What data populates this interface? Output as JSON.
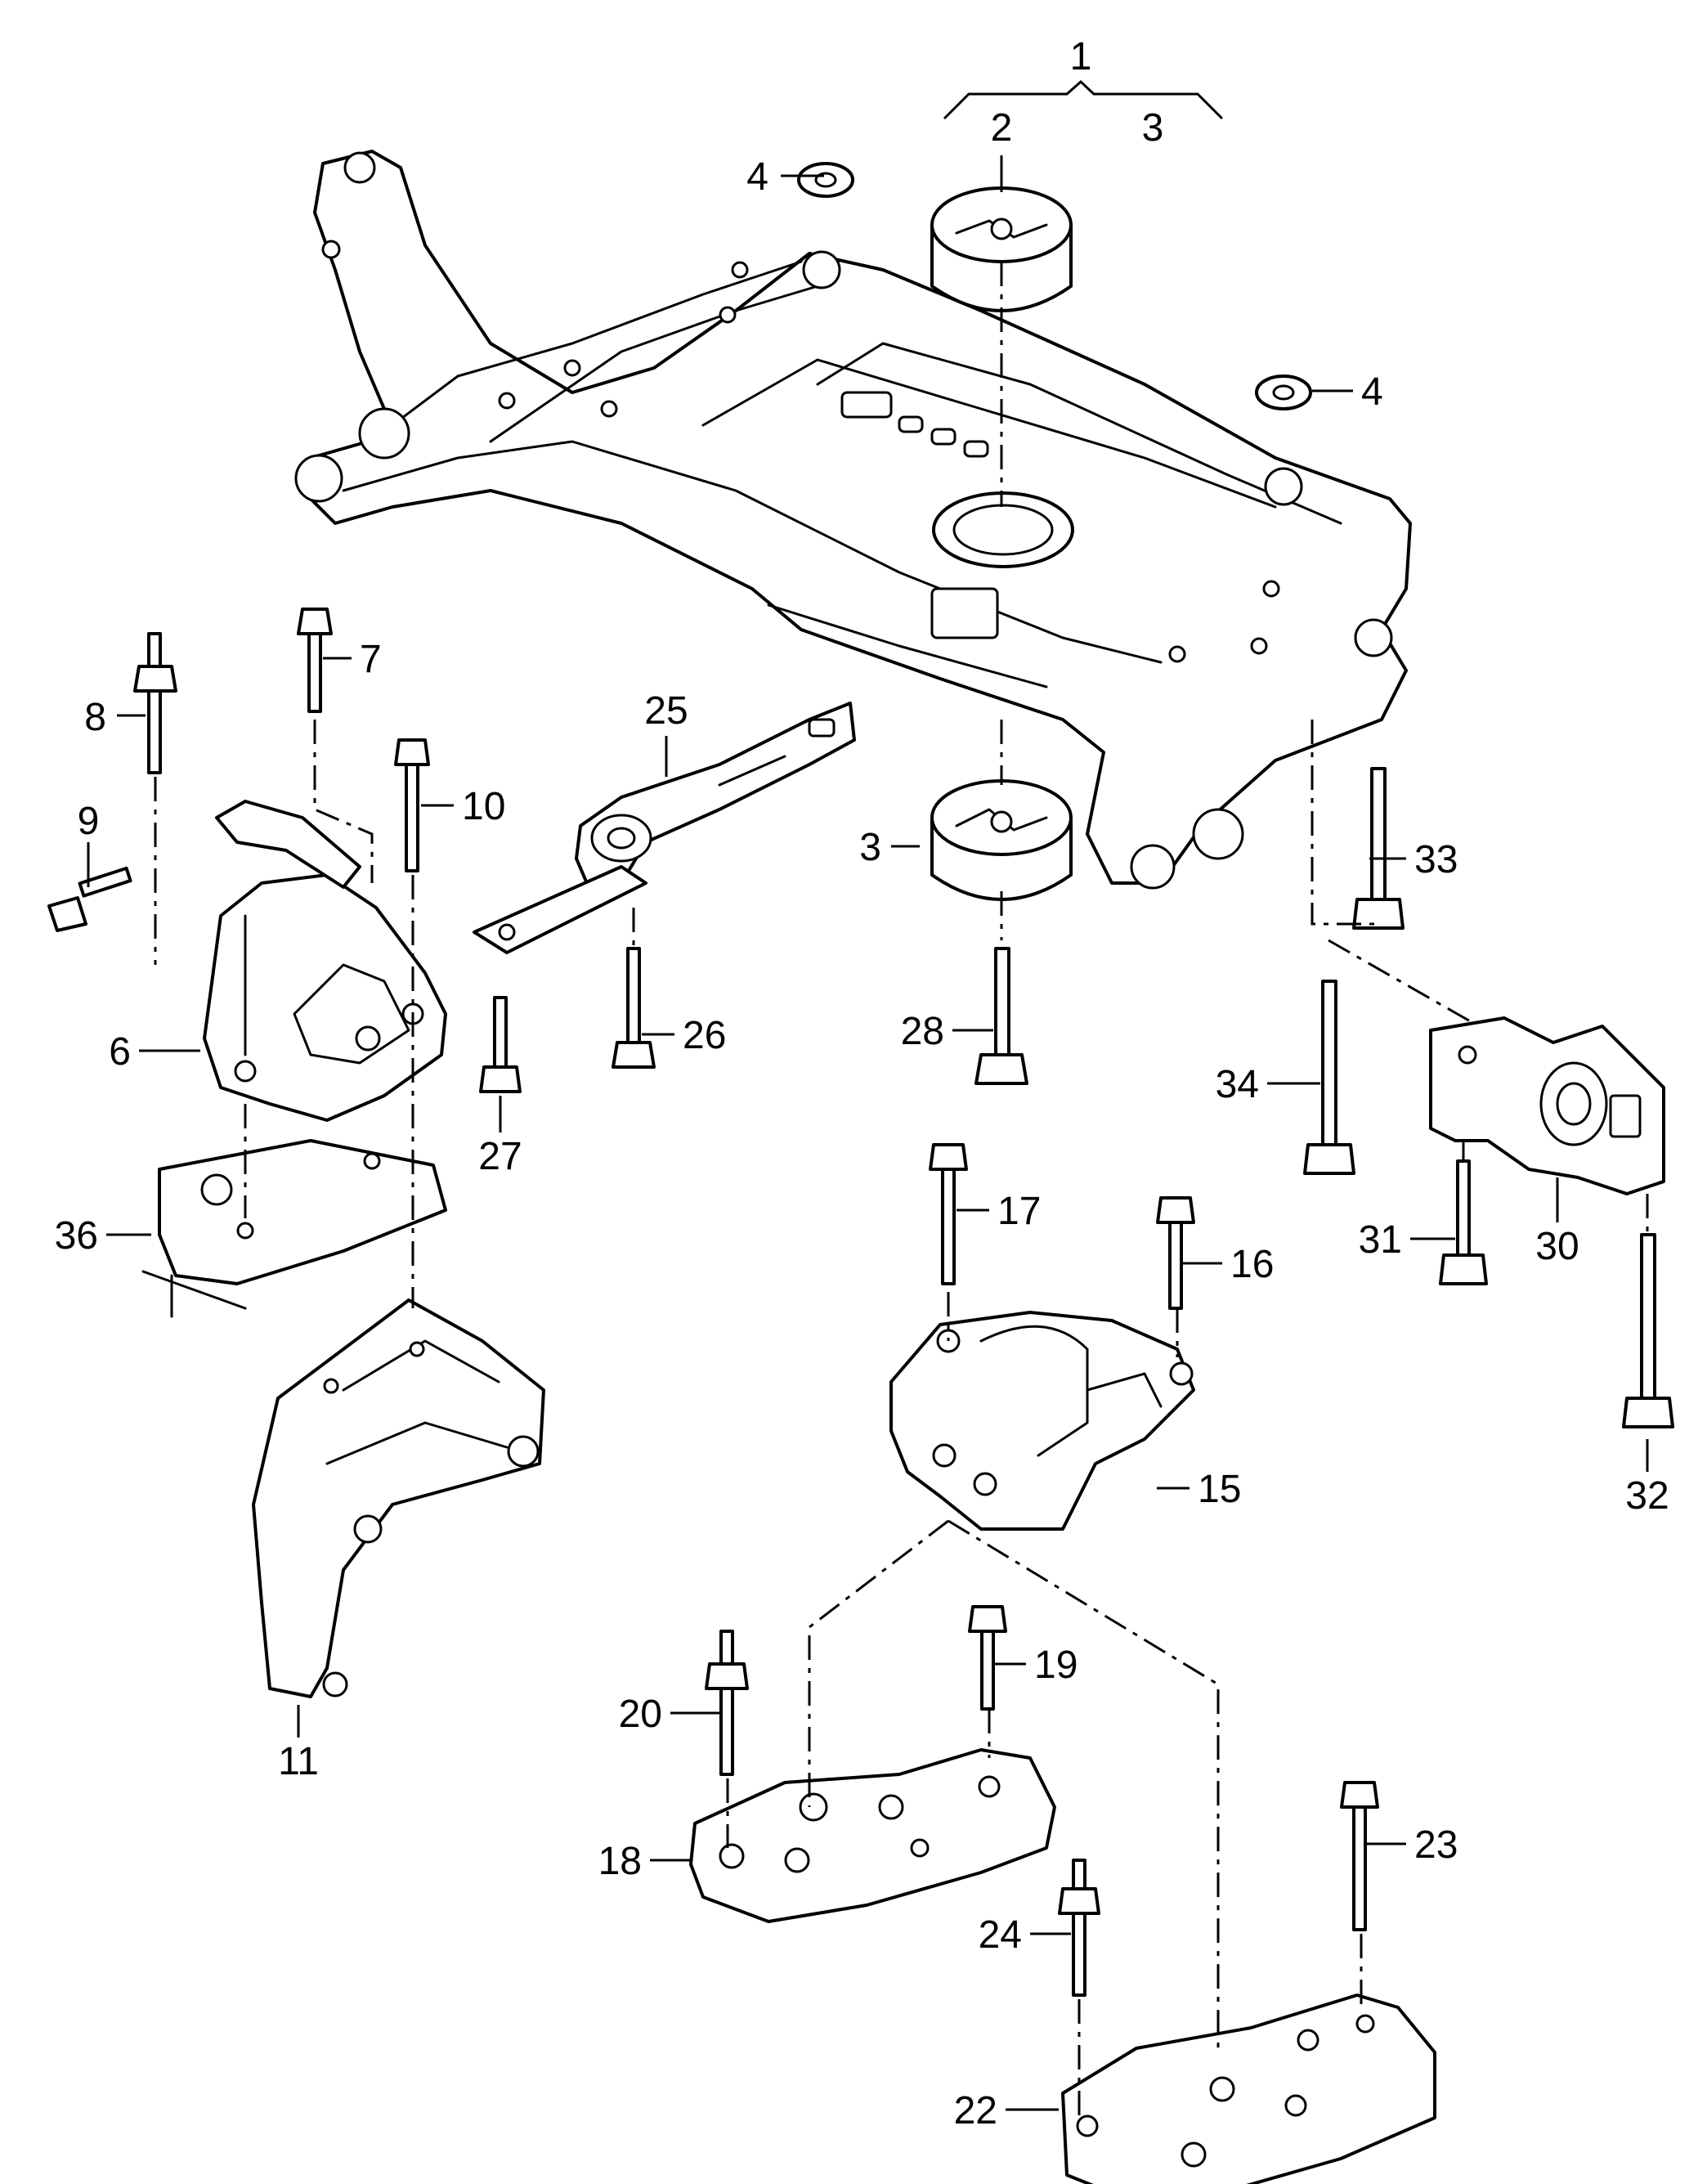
{
  "callouts": [
    "1",
    "2",
    "3",
    "4",
    "6",
    "7",
    "8",
    "9",
    "10",
    "11",
    "15",
    "16",
    "17",
    "18",
    "19",
    "20",
    "22",
    "23",
    "24",
    "25",
    "26",
    "27",
    "28",
    "30",
    "31",
    "32",
    "33",
    "34",
    "36"
  ]
}
